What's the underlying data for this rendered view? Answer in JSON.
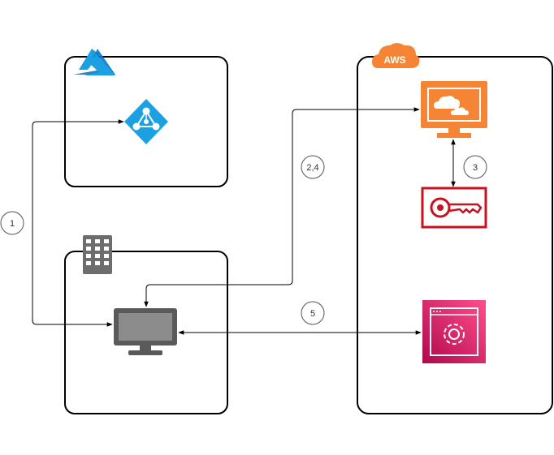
{
  "steps": {
    "step1": "1",
    "step24": "2,4",
    "step3": "3",
    "step5": "5"
  },
  "aws": {
    "label": "AWS"
  },
  "icons": {
    "azure_logo": "azure-logo-icon",
    "azure_ad": "azure-active-directory-icon",
    "building": "corporate-datacenter-icon",
    "workstation": "client-computer-icon",
    "workspaces": "amazon-workspaces-icon",
    "iam_key": "aws-key-icon",
    "management_console": "aws-management-console-icon",
    "aws_cloud": "aws-cloud-icon"
  },
  "colors": {
    "azure_blue": "#1ba1e2",
    "aws_orange": "#f58534",
    "aws_red": "#c7131f",
    "aws_pink": "#e7157b",
    "monitor_grey": "#5a5a5a",
    "box_border": "#000000",
    "step_circle": "#555555"
  }
}
